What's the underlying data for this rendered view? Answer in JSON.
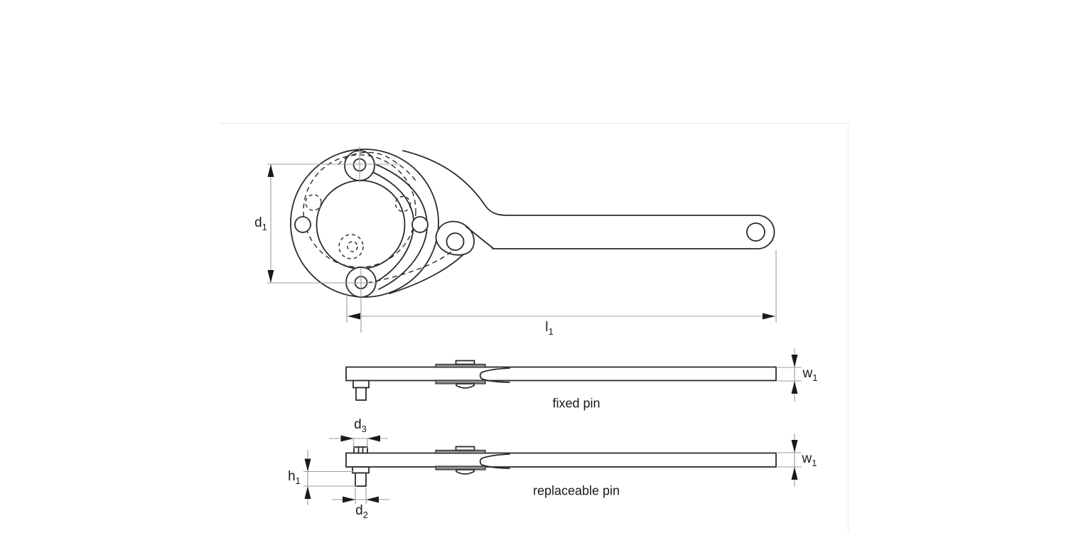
{
  "page": {
    "background": "#ffffff"
  },
  "figure": {
    "border_color": "#e9e9e9",
    "stroke_color": "#2b2b2b",
    "dim_line_color": "#9c9c9c",
    "arrow_color": "#1a1a1a",
    "text_color": "#1a1a1a",
    "plate_fill": "#8a8a8a"
  },
  "dimension_labels": {
    "d1": {
      "base": "d",
      "sub": "1"
    },
    "l1": {
      "base": "l",
      "sub": "1"
    },
    "w1": {
      "base": "w",
      "sub": "1"
    },
    "d3": {
      "base": "d",
      "sub": "3"
    },
    "h1": {
      "base": "h",
      "sub": "1"
    },
    "d2": {
      "base": "d",
      "sub": "2"
    }
  },
  "captions": {
    "fixed_pin": "fixed pin",
    "replaceable_pin": "replaceable pin"
  }
}
